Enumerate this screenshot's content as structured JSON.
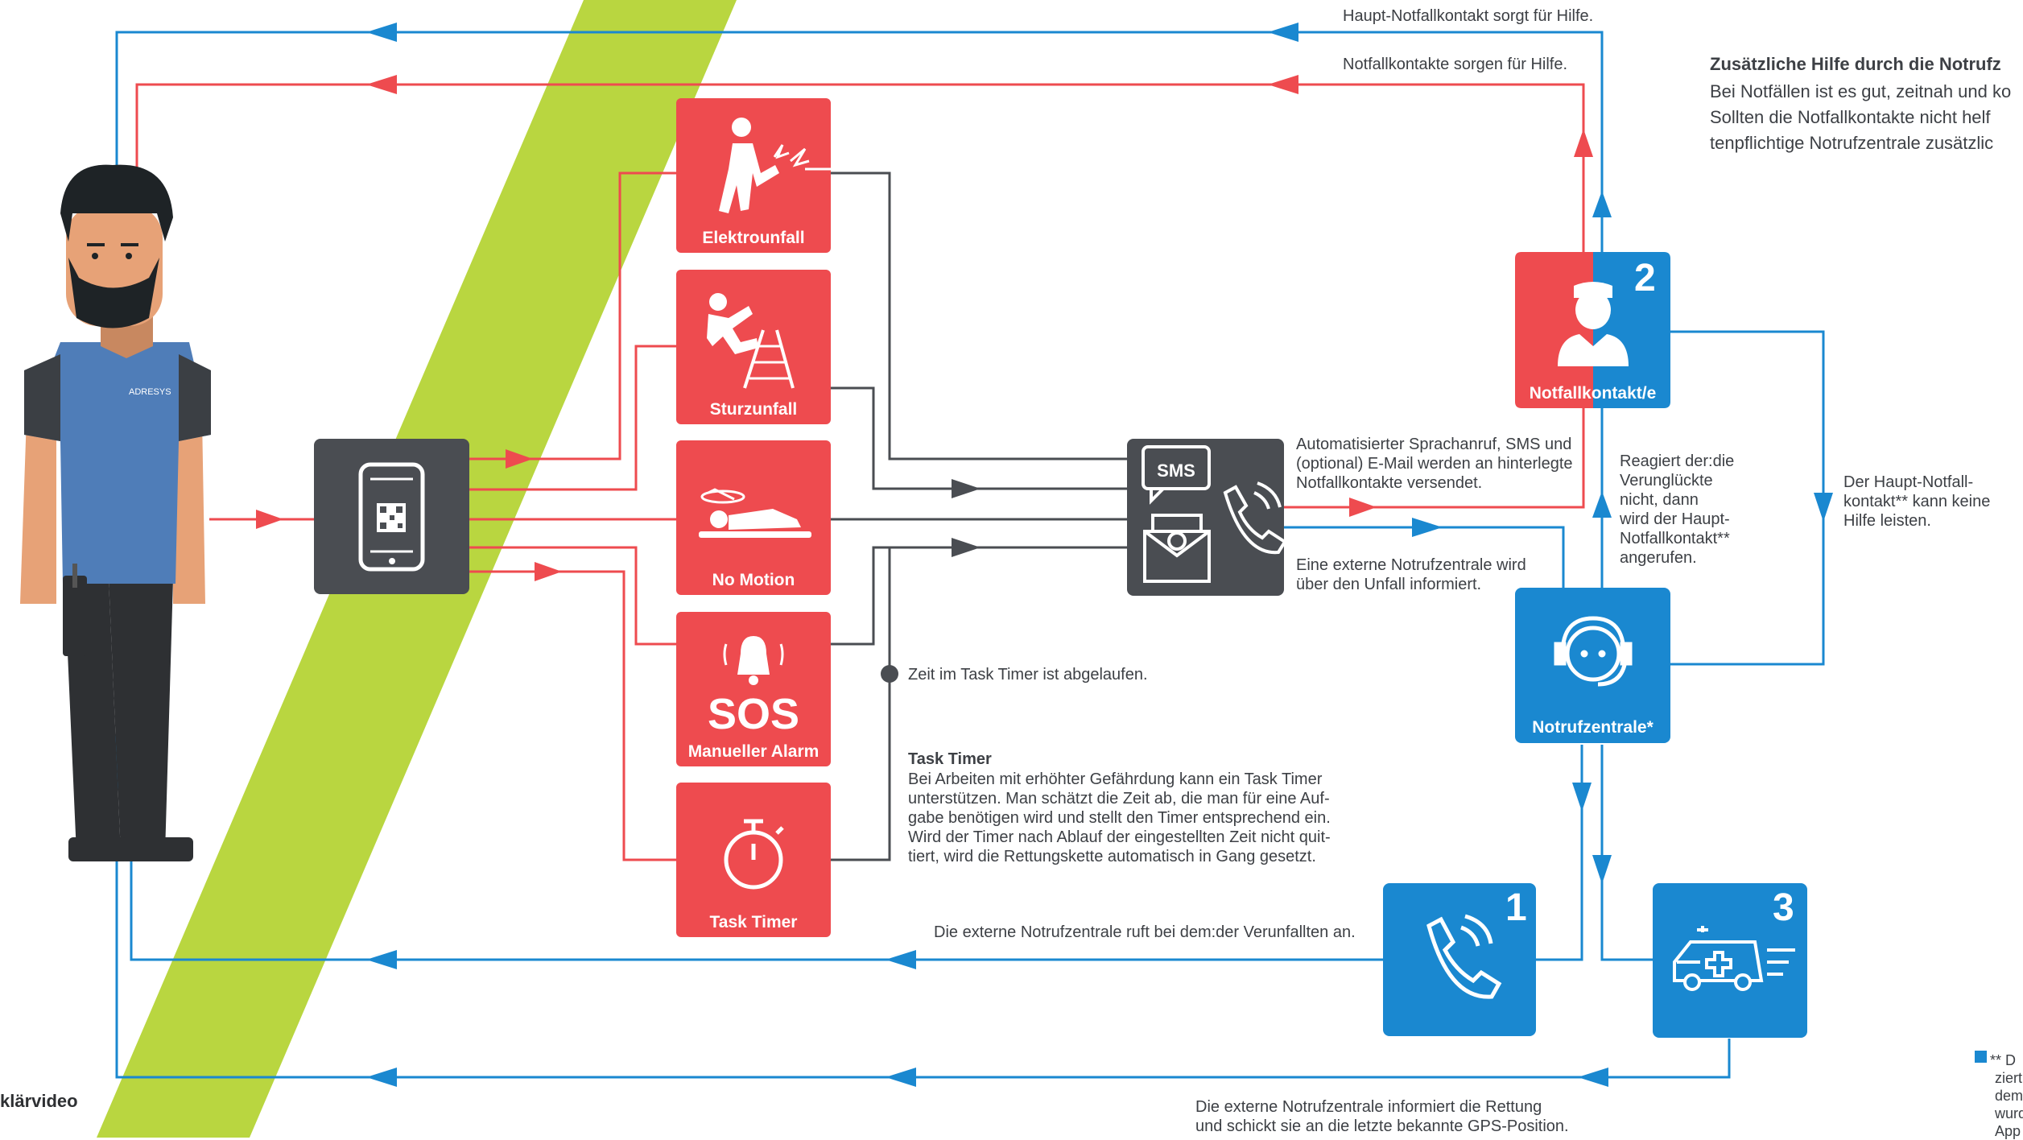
{
  "colors": {
    "red": "#ee4b4f",
    "blue": "#1a88d0",
    "dark": "#4a4d52",
    "green": "#b9d640",
    "line_dark": "#4a4d52"
  },
  "person": {
    "shirt_logo": "ADRESYS"
  },
  "phone_tile": {
    "icon": "smartphone-qr-icon"
  },
  "alarm_tiles": [
    {
      "label": "Elektrounfall",
      "icon": "electric-shock-icon"
    },
    {
      "label": "Sturzunfall",
      "icon": "ladder-fall-icon"
    },
    {
      "label": "No Motion",
      "icon": "lying-person-icon"
    },
    {
      "label": "Manueller Alarm",
      "big_text": "SOS",
      "icon": "bell-icon"
    },
    {
      "label": "Task Timer",
      "icon": "stopwatch-icon"
    }
  ],
  "message_tile": {
    "sms_text": "SMS",
    "icons": [
      "sms-bubble-icon",
      "email-icon",
      "phone-icon"
    ]
  },
  "right_tiles": {
    "contacts": {
      "label": "Notfallkontakt/e",
      "number": "2",
      "icon": "contact-person-icon"
    },
    "center": {
      "label": "Notrufzentrale*",
      "icon": "headset-operator-icon"
    },
    "call": {
      "number": "1",
      "icon": "phone-call-icon"
    },
    "ambulance": {
      "number": "3",
      "icon": "ambulance-icon"
    }
  },
  "texts": {
    "main_contact_helps": "Haupt-Notfallkontakt sorgt für Hilfe.",
    "contacts_help": "Notfallkontakte sorgen für Hilfe.",
    "auto_call": "Automatisierter Sprachanruf, SMS und\n(optional) E-Mail werden an hinterlegte\nNotfallkontakte versendet.",
    "external_informed": "Eine externe Notrufzentrale wird\nüber den Unfall informiert.",
    "reacts": "Reagiert der:die\nVerunglückte\nnicht, dann\nwird der Haupt-\nNotfallkontakt**\nangerufen.",
    "cannot_help": "Der Haupt-Notfall-\nkontakt** kann keine\nHilfe leisten.",
    "timer_expired": "Zeit im Task Timer ist abgelaufen.",
    "task_timer_title": "Task Timer",
    "task_timer_body": "Bei Arbeiten mit erhöhter Gefährdung kann ein Task Timer\nunterstützen. Man schätzt die Zeit ab, die man für eine Auf-\ngabe benötigen wird und stellt den Timer entsprechend ein.\nWird der Timer nach Ablauf der eingestellten Zeit nicht quit-\ntiert, wird die Rettungskette automatisch in Gang gesetzt.",
    "center_calls": "Die externe Notrufzentrale ruft bei dem:der Verunfallten an.",
    "center_informs": "Die externe Notrufzentrale informiert die Rettung\nund schickt sie an die letzte bekannte GPS-Position.",
    "extra_help_title": "Zusätzliche Hilfe durch die Notrufz",
    "extra_help_body": "Bei Notfällen ist es gut, zeitnah und ko\nSollten die Notfallkontakte nicht helf\ntenpflichtige Notrufzentrale zusätzlic",
    "left_partial": "klärvideo",
    "footnote_marker": "** D",
    "footnote_lines": "ziert\ndem\nwurd\nApp"
  }
}
